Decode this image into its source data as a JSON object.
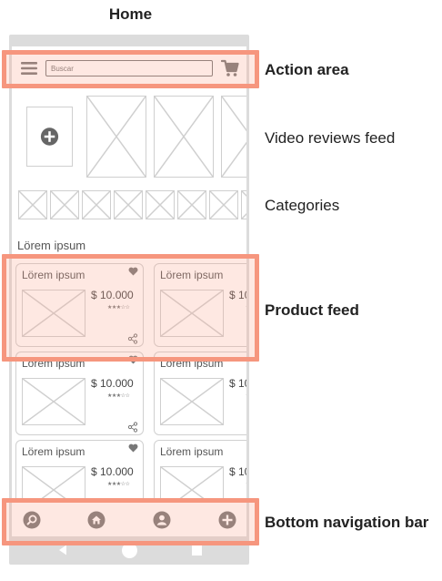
{
  "title": "Home",
  "search": {
    "placeholder": "Buscar"
  },
  "section_title": "Lörem ipsum",
  "products": [
    {
      "title": "Lörem ipsum",
      "price": "$ 10.000",
      "stars": "★★★☆☆"
    },
    {
      "title": "Lörem ipsum",
      "price": "$ 10.000",
      "stars": "★★★☆☆"
    },
    {
      "title": "Lörem ipsum",
      "price": "$ 10.000",
      "stars": "★★★☆☆"
    },
    {
      "title": "Lörem ipsum",
      "price": "$ 10.000",
      "stars": "★★★☆☆"
    },
    {
      "title": "Lörem ipsum",
      "price": "$ 10.000",
      "stars": "★★★☆☆"
    },
    {
      "title": "Lörem ipsum",
      "price": "$ 10.000",
      "stars": "★★★☆☆"
    }
  ],
  "annotations": {
    "action_area": "Action area",
    "video_reviews": "Video reviews feed",
    "categories": "Categories",
    "product_feed": "Product feed",
    "bottom_nav": "Bottom navigation bar"
  },
  "colors": {
    "highlight": "#f6967e",
    "icon": "#777777",
    "placeholder_stroke": "#cfcfcf"
  },
  "icons": {
    "menu": "hamburger-icon",
    "cart": "cart-icon",
    "add_video": "plus-circle-icon",
    "search": "search-icon",
    "home": "home-icon",
    "profile": "user-icon",
    "add": "plus-circle-icon"
  }
}
